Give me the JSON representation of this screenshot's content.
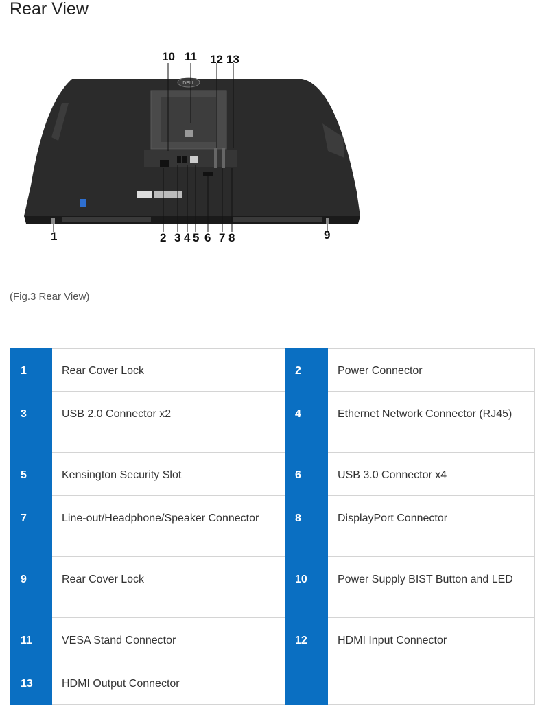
{
  "header": {
    "title": "Rear View"
  },
  "figure": {
    "brand_logo_text": "DELL",
    "callouts": [
      "1",
      "2",
      "3",
      "4",
      "5",
      "6",
      "7",
      "8",
      "9",
      "10",
      "11",
      "12",
      "13"
    ]
  },
  "caption": "(Fig.3 Rear View)",
  "table": {
    "rows": [
      [
        {
          "num": "1",
          "label": "Rear Cover Lock"
        },
        {
          "num": "2",
          "label": "Power Connector"
        }
      ],
      [
        {
          "num": "3",
          "label": "USB 2.0 Connector x2"
        },
        {
          "num": "4",
          "label": "Ethernet Network Connector (RJ45)"
        }
      ],
      [
        {
          "num": "5",
          "label": "Kensington Security Slot"
        },
        {
          "num": "6",
          "label": "USB 3.0 Connector x4"
        }
      ],
      [
        {
          "num": "7",
          "label": "Line-out/Headphone/Speaker Connector"
        },
        {
          "num": "8",
          "label": "DisplayPort Connector"
        }
      ],
      [
        {
          "num": "9",
          "label": "Rear Cover Lock"
        },
        {
          "num": "10",
          "label": "Power Supply BIST Button and LED"
        }
      ],
      [
        {
          "num": "11",
          "label": "VESA Stand Connector"
        },
        {
          "num": "12",
          "label": "HDMI Input Connector"
        }
      ],
      [
        {
          "num": "13",
          "label": "HDMI Output Connector"
        },
        {
          "num": "",
          "label": ""
        }
      ]
    ]
  },
  "colors": {
    "accent": "#0a6fc2",
    "border": "#d4d4d4",
    "device_body": "#2a2a2a"
  }
}
